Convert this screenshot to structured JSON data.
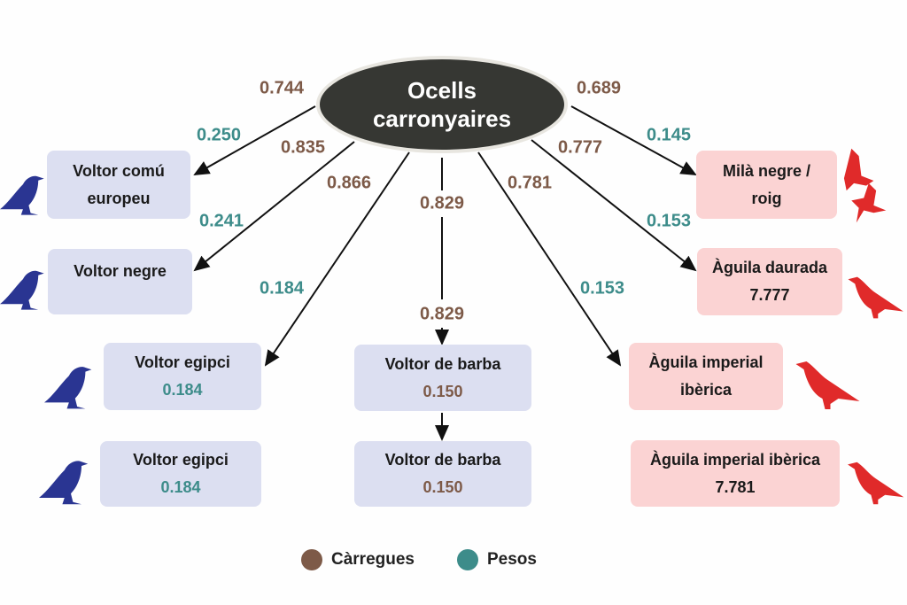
{
  "root_node": {
    "line1": "Ocells",
    "line2": "carronyaires"
  },
  "nodes": [
    {
      "line1": "Voltor comú",
      "line2": "europeu"
    },
    {
      "line1": "Voltor negre"
    },
    {
      "line1": "Voltor egipci",
      "value": "0.184"
    },
    {
      "line1": "Voltor egipci",
      "value": "0.184"
    },
    {
      "line1": "Voltor de barba",
      "value": "0.150"
    },
    {
      "line1": "Voltor de barba",
      "value": "0.150"
    },
    {
      "line1": "Milà negre /",
      "line2": "roig"
    },
    {
      "line1": "Àguila daurada",
      "value": "7.777"
    },
    {
      "line1": "Àguila imperial",
      "line2": "ibèrica"
    },
    {
      "line1": "Àguila imperial ibèrica",
      "value": "7.781"
    }
  ],
  "loadings": [
    "0.744",
    "0.835",
    "0.866",
    "0.829",
    "0.829",
    "0.781",
    "0.777",
    "0.689"
  ],
  "weights": [
    "0.250",
    "0.241",
    "0.184",
    "0.153",
    "0.153",
    "0.145"
  ],
  "legend": {
    "loadings": "Càrregues",
    "weights": "Pesos"
  },
  "colors": {
    "loadings": "#7d5a48",
    "weights": "#3d8c8a",
    "vulture": "#2a3592",
    "raptor": "#e02a2a",
    "root": "#363733"
  }
}
